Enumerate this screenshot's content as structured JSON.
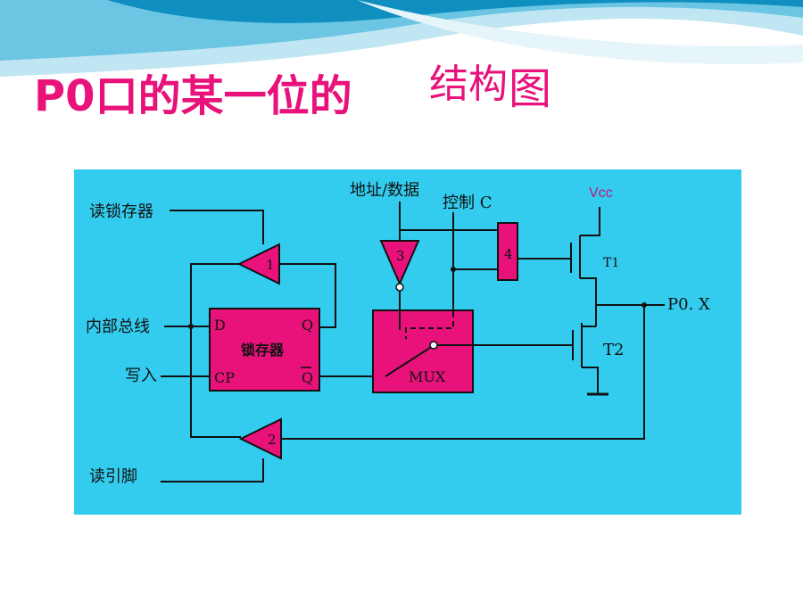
{
  "slide": {
    "title_parts": [
      "P0口的某一位的",
      "结构",
      "图"
    ],
    "colors": {
      "title": "#e8127a",
      "panel": "#33ccee",
      "block": "#e8127a",
      "wave_dark": "#0e8fbf",
      "wave_light": "#bfe6f2"
    }
  },
  "diagram": {
    "signals": {
      "read_latch": "读锁存器",
      "internal_bus": "内部总线",
      "write": "写入",
      "read_pin": "读引脚",
      "addr_data": "地址/数据",
      "control": "控制 C",
      "vcc": "Vcc",
      "output": "P0. X"
    },
    "latch": {
      "name": "锁存器",
      "d": "D",
      "q": "Q",
      "cp": "CP",
      "qbar": "Q"
    },
    "mux": {
      "name": "MUX"
    },
    "buffers": [
      "1",
      "2",
      "3",
      "4"
    ],
    "transistors": [
      "T1",
      "T2"
    ]
  }
}
